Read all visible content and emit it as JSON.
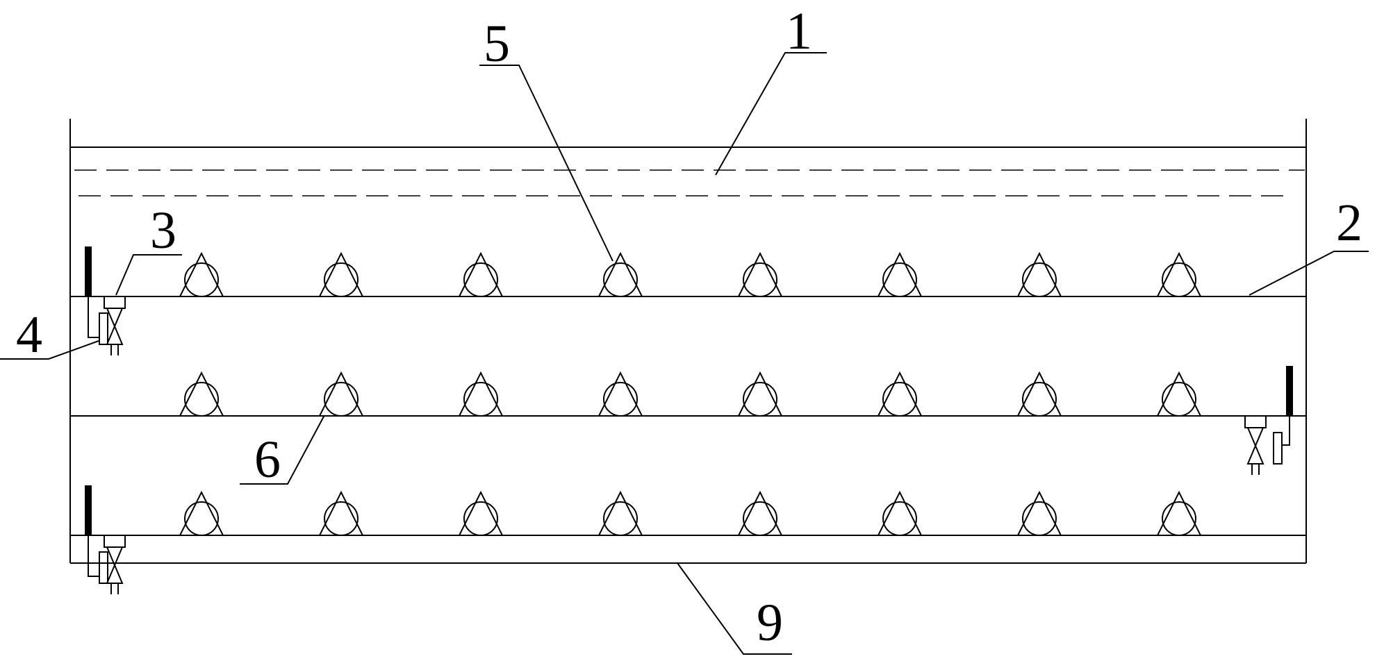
{
  "labels": {
    "l1": "1",
    "l2": "2",
    "l3": "3",
    "l4": "4",
    "l5": "5",
    "l6": "6",
    "l9": "9"
  },
  "diffuser_rows": [
    8,
    8,
    8
  ],
  "line_color": "#000000",
  "background": "#ffffff"
}
